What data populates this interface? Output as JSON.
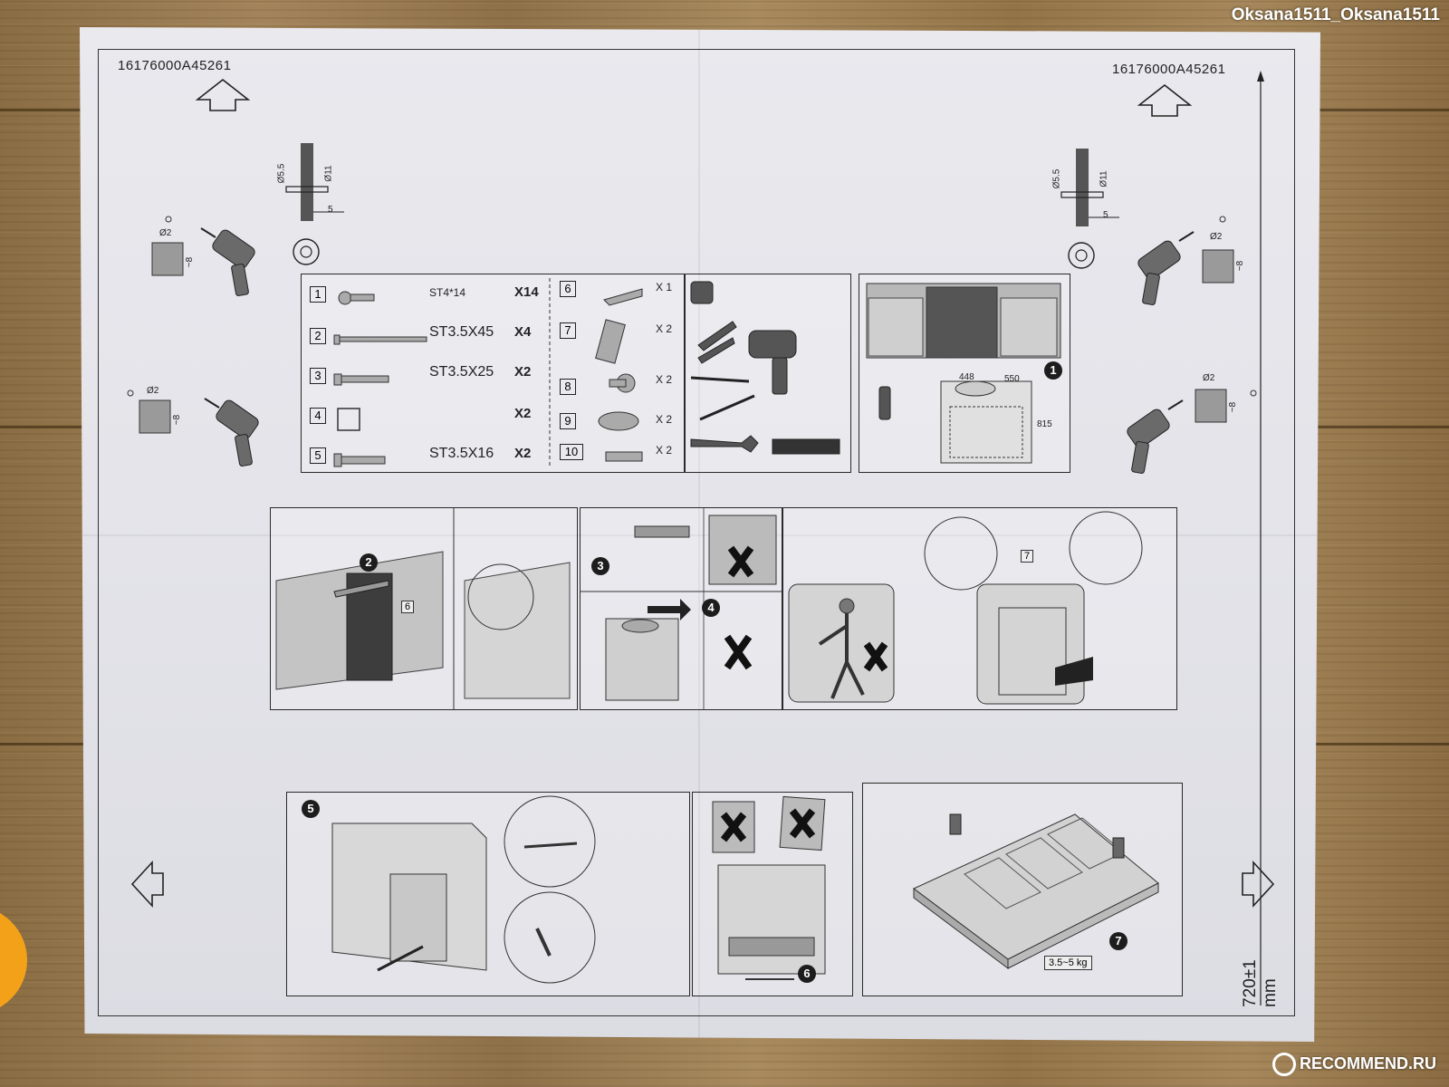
{
  "watermark_top": "Oksana1511_Oksana1511",
  "watermark_bottom": "RECOMMEND.RU",
  "sheet": {
    "code_left": "16176000A45261",
    "code_right": "16176000A45261",
    "dimension_label": "720±1 mm"
  },
  "hole_specs": {
    "d_outer": "Ø5.5",
    "d_inner": "Ø11",
    "depth": "5",
    "drill_d": "Ø2",
    "drill_depth": "~8"
  },
  "parts_left": [
    {
      "num": "1",
      "spec": "ST4*14",
      "qty": "X14"
    },
    {
      "num": "2",
      "spec": "ST3.5X45",
      "qty": "X4"
    },
    {
      "num": "3",
      "spec": "ST3.5X25",
      "qty": "X2"
    },
    {
      "num": "4",
      "spec": "",
      "qty": "X2"
    },
    {
      "num": "5",
      "spec": "ST3.5X16",
      "qty": "X2"
    }
  ],
  "parts_right": [
    {
      "num": "6",
      "qty": "X 1"
    },
    {
      "num": "7",
      "qty": "X 2"
    },
    {
      "num": "8",
      "qty": "X 2"
    },
    {
      "num": "9",
      "qty": "X 2"
    },
    {
      "num": "10",
      "qty": "X 2"
    }
  ],
  "dimensions": {
    "width": "448",
    "depth": "550",
    "height": "815"
  },
  "steps": [
    "1",
    "2",
    "3",
    "4",
    "5",
    "6",
    "7"
  ],
  "callouts": {
    "part6": "6",
    "part7": "7"
  },
  "weight_label": "3.5~5 kg"
}
